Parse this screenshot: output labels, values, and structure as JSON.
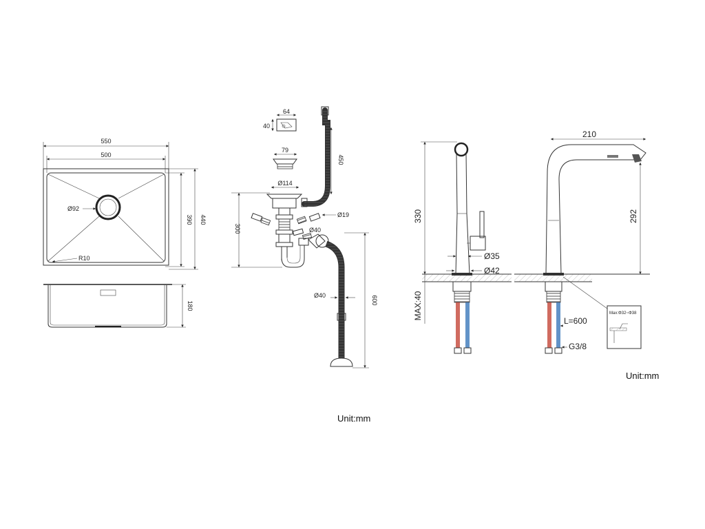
{
  "sink": {
    "outer_width": "550",
    "inner_width": "500",
    "drain_diameter": "Ø92",
    "corner_radius": "R10",
    "inner_depth": "390",
    "outer_depth": "440",
    "bowl_height": "180"
  },
  "drain_kit": {
    "clip_width": "64",
    "clip_height": "40",
    "strainer_diameter": "79",
    "overflow_hose_length": "450",
    "drain_diameter": "Ø114",
    "overflow_diameter": "Ø19",
    "pipe_diameter": "Ø40",
    "hose_diameter": "Ø40",
    "assembly_height": "300",
    "hose_length": "600"
  },
  "faucet": {
    "height": "330",
    "body_diameter": "Ø35",
    "base_diameter": "Ø42",
    "max_thickness": "MAX:40",
    "reach": "210",
    "spout_height": "292",
    "hose_length": "L=600",
    "connector_thread": "G3/8",
    "hole_range": "Max:Φ32~Φ38"
  },
  "units": {
    "faucet_unit": "Unit:mm",
    "page_unit": "Unit:mm"
  },
  "colors": {
    "hot_line": "#c0392b",
    "cold_line": "#2e6fb5"
  }
}
